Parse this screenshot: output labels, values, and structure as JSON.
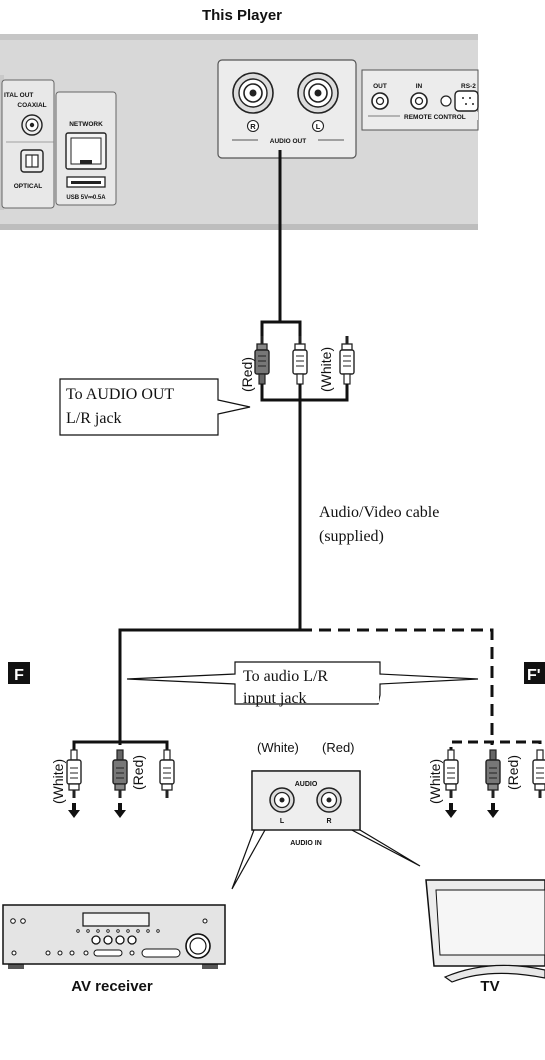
{
  "player": {
    "title": "This Player",
    "digital_out_label": "ITAL OUT",
    "coaxial_label": "COAXIAL",
    "optical_label": "OPTICAL",
    "network_label": "NETWORK",
    "usb_label": "USB  5V⎓0.5A",
    "jack_r": "R",
    "jack_l": "L",
    "audio_out_label": "AUDIO OUT",
    "out_label": "OUT",
    "in_label": "IN",
    "rs_label": "RS-2",
    "remote_control_label": "REMOTE CONTROL"
  },
  "cable": {
    "red_label": "(Red)",
    "white_label": "(White)",
    "callout_line1": "To AUDIO OUT",
    "callout_line2": "L/R jack",
    "desc_line1": "Audio/Video cable",
    "desc_line2": "(supplied)"
  },
  "markers": {
    "f": "F",
    "f2": "F'"
  },
  "input_callout": {
    "line1": "To audio L/R",
    "line2": "input jack"
  },
  "audio_in_panel": {
    "white_label": "(White)",
    "red_label": "(Red)",
    "audio_label": "AUDIO",
    "l_label": "L",
    "r_label": "R",
    "audio_in_label": "AUDIO IN"
  },
  "devices": {
    "receiver_label": "AV receiver",
    "tv_label": "TV",
    "left_white": "(White)",
    "left_red": "(Red)",
    "right_white": "(White)",
    "right_red": "(Red)"
  }
}
